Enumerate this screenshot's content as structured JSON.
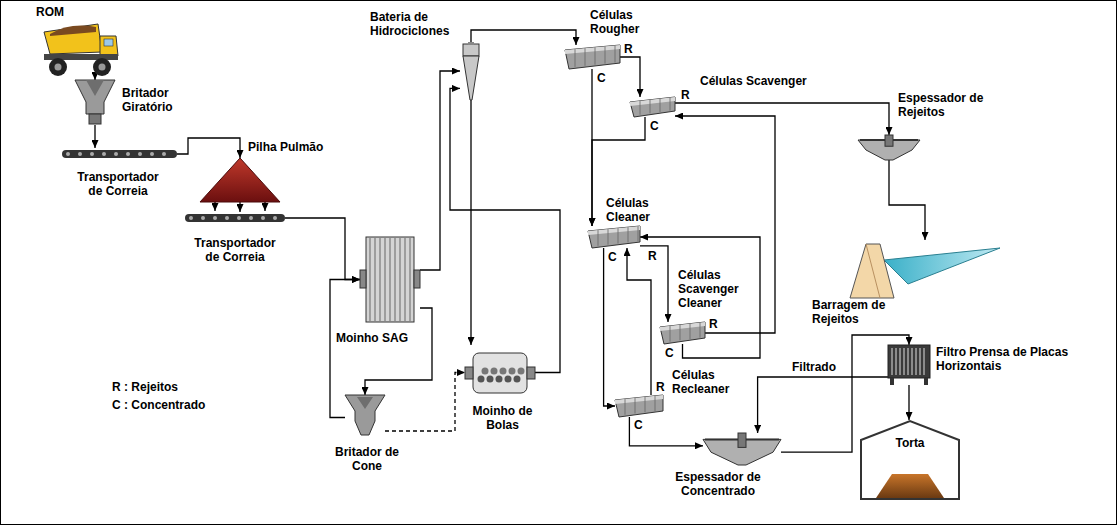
{
  "diagram": {
    "nodes": [
      {
        "text": [
          "ROM"
        ]
      },
      {
        "text": [
          "Britador Giratório"
        ]
      },
      {
        "text": [
          "Transportador de Correia"
        ]
      },
      {
        "text": [
          "Pilha Pulmão"
        ]
      },
      {
        "text": [
          "Transportador de Correia"
        ]
      },
      {
        "text": [
          "Moinho SAG"
        ]
      },
      {
        "text": [
          "Britador de Cone"
        ]
      },
      {
        "text": [
          "Bateria de Hidrociclones"
        ]
      },
      {
        "text": [
          "Moinho de Bolas"
        ]
      },
      {
        "text": [
          "Células Rougher"
        ]
      },
      {
        "text": [
          "Células Scavenger"
        ]
      },
      {
        "text": [
          "Células Cleaner"
        ]
      },
      {
        "text": [
          "Células Scavenger Cleaner"
        ]
      },
      {
        "text": [
          "Células Recleaner"
        ]
      },
      {
        "text": [
          "Espessador de Rejeitos"
        ]
      },
      {
        "text": [
          "Barragem de Rejeitos"
        ]
      },
      {
        "text": [
          "Espessador de Concentrado"
        ]
      },
      {
        "text": [
          "Filtro Prensa de Placas Horizontais"
        ]
      },
      {
        "text": [
          "Torta"
        ]
      }
    ],
    "edges": [
      {
        "from": 0,
        "to": 1,
        "arrow": "to"
      },
      {
        "from": 1,
        "to": 2,
        "arrow": "to"
      },
      {
        "from": 2,
        "to": 3,
        "arrow": "to"
      },
      {
        "from": 3,
        "to": 4,
        "arrow": "to"
      },
      {
        "from": 4,
        "to": 5,
        "arrow": "to"
      },
      {
        "from": 5,
        "to": 6,
        "arrow": "to"
      },
      {
        "from": 6,
        "to": 5,
        "arrow": "to"
      },
      {
        "from": 6,
        "to": 8,
        "arrow": "to"
      },
      {
        "from": 5,
        "to": 7,
        "arrow": "to"
      },
      {
        "from": 7,
        "to": 8,
        "arrow": "to"
      },
      {
        "from": 8,
        "to": 7,
        "arrow": "to"
      },
      {
        "from": 7,
        "to": 9,
        "arrow": "to"
      },
      {
        "from": 9,
        "to": 10,
        "arrow": "to"
      },
      {
        "from": 9,
        "to": 11,
        "arrow": "to"
      },
      {
        "from": 10,
        "to": 11,
        "arrow": "to"
      },
      {
        "from": 10,
        "to": 14,
        "arrow": "to"
      },
      {
        "from": 11,
        "to": 12,
        "arrow": "to"
      },
      {
        "from": 11,
        "to": 13,
        "arrow": "to"
      },
      {
        "from": 12,
        "to": 10,
        "arrow": "to"
      },
      {
        "from": 12,
        "to": 11,
        "arrow": "to"
      },
      {
        "from": 13,
        "to": 11,
        "arrow": "to"
      },
      {
        "from": 13,
        "to": 16,
        "arrow": "to"
      },
      {
        "from": 16,
        "to": 17,
        "arrow": "to"
      },
      {
        "from": 17,
        "to": 16,
        "label": "Filtrado",
        "arrow": "to"
      },
      {
        "from": 17,
        "to": 18,
        "arrow": "to"
      },
      {
        "from": 14,
        "to": 15,
        "arrow": "to"
      }
    ],
    "labels": [
      "R : Rejeitos",
      "C : Concentrado",
      "R",
      "C",
      "R",
      "C",
      "R",
      "C",
      "R",
      "C",
      "R",
      "C"
    ]
  }
}
